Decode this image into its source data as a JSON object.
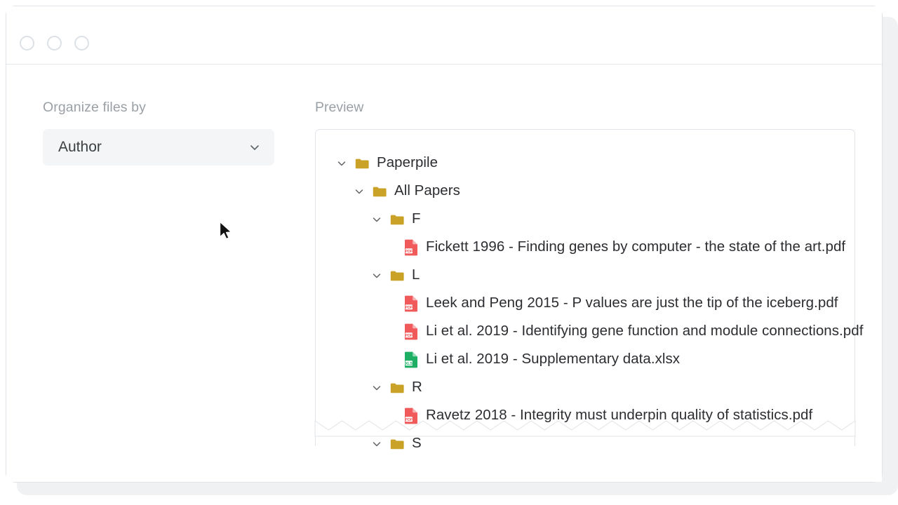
{
  "window": {
    "traffic_lights": [
      "close",
      "minimize",
      "maximize"
    ]
  },
  "organize": {
    "label": "Organize files by",
    "selected": "Author",
    "chevron_icon": "chevron-down-icon"
  },
  "preview": {
    "label": "Preview",
    "tree": [
      {
        "depth": 0,
        "type": "folder",
        "expanded": true,
        "name": "Paperpile"
      },
      {
        "depth": 1,
        "type": "folder",
        "expanded": true,
        "name": "All Papers"
      },
      {
        "depth": 2,
        "type": "folder",
        "expanded": true,
        "name": "F"
      },
      {
        "depth": 3,
        "type": "pdf",
        "expanded": false,
        "name": "Fickett 1996 - Finding genes by computer - the state of the art.pdf"
      },
      {
        "depth": 2,
        "type": "folder",
        "expanded": true,
        "name": "L"
      },
      {
        "depth": 3,
        "type": "pdf",
        "expanded": false,
        "name": "Leek and Peng 2015 - P values are just the tip of the iceberg.pdf"
      },
      {
        "depth": 3,
        "type": "pdf",
        "expanded": false,
        "name": "Li et al. 2019 - Identifying gene function and module connections.pdf"
      },
      {
        "depth": 3,
        "type": "xls",
        "expanded": false,
        "name": "Li et al. 2019 - Supplementary data.xlsx"
      },
      {
        "depth": 2,
        "type": "folder",
        "expanded": true,
        "name": "R"
      },
      {
        "depth": 3,
        "type": "pdf",
        "expanded": false,
        "name": "Ravetz 2018 - Integrity must underpin quality of statistics.pdf"
      },
      {
        "depth": 2,
        "type": "folder",
        "expanded": true,
        "name": "S"
      }
    ]
  },
  "colors": {
    "folder": "#C9A227",
    "pdf": "#F05A5A",
    "xls": "#1DAF63",
    "label_muted": "#9aa0a6",
    "text": "#2b2d30",
    "select_bg": "#f4f5f6",
    "border": "#e0e3e7"
  }
}
